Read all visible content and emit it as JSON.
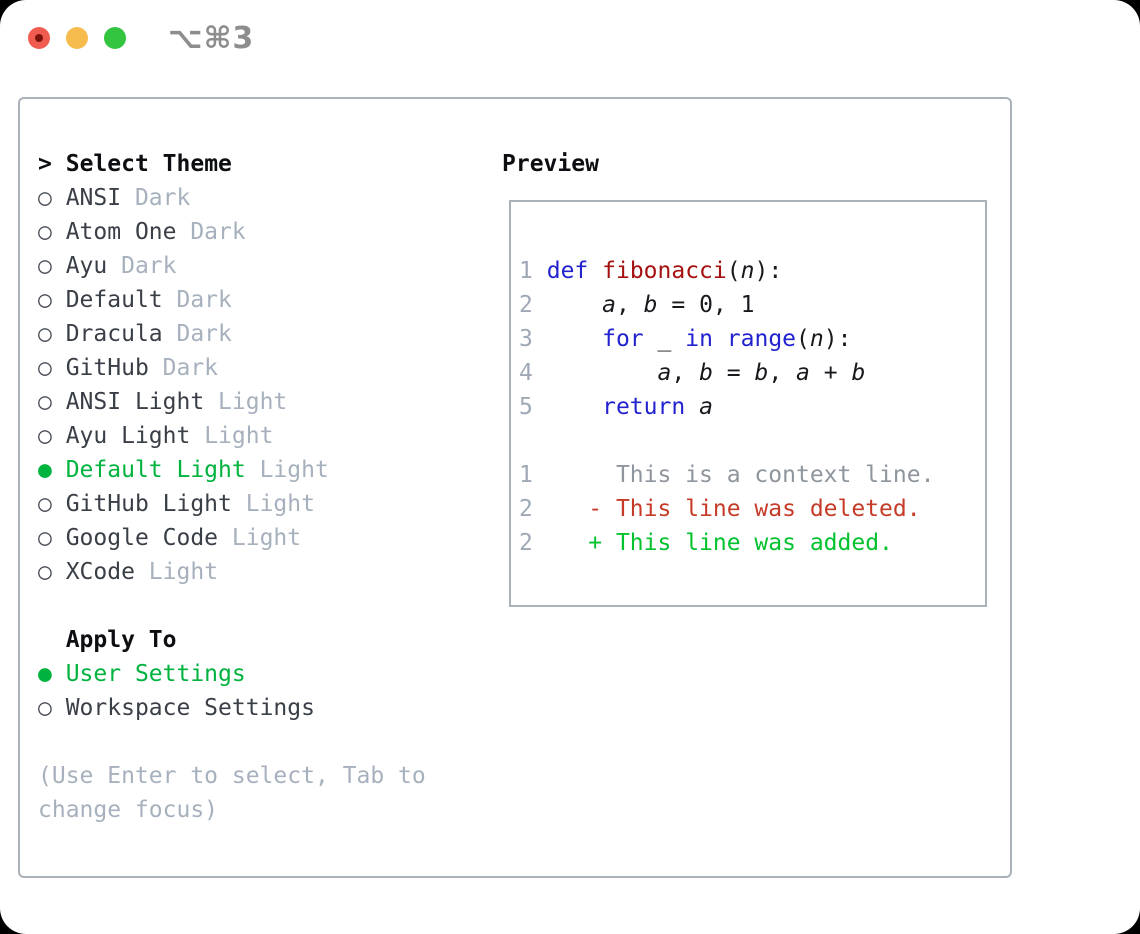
{
  "titlebar": {
    "title": "⌥⌘3"
  },
  "theme_selector": {
    "header_prefix": ">",
    "header_label": "Select Theme",
    "radio_unselected_glyph": "○",
    "radio_selected_glyph": "●",
    "items": [
      {
        "label": "ANSI",
        "variant": "Dark",
        "selected": false
      },
      {
        "label": "Atom One",
        "variant": "Dark",
        "selected": false
      },
      {
        "label": "Ayu",
        "variant": "Dark",
        "selected": false
      },
      {
        "label": "Default",
        "variant": "Dark",
        "selected": false
      },
      {
        "label": "Dracula",
        "variant": "Dark",
        "selected": false
      },
      {
        "label": "GitHub",
        "variant": "Dark",
        "selected": false
      },
      {
        "label": "ANSI Light",
        "variant": "Light",
        "selected": false
      },
      {
        "label": "Ayu Light",
        "variant": "Light",
        "selected": false
      },
      {
        "label": "Default Light",
        "variant": "Light",
        "selected": true
      },
      {
        "label": "GitHub Light",
        "variant": "Light",
        "selected": false
      },
      {
        "label": "Google Code",
        "variant": "Light",
        "selected": false
      },
      {
        "label": "XCode",
        "variant": "Light",
        "selected": false
      }
    ]
  },
  "apply_to": {
    "label": "Apply To",
    "options": [
      {
        "label": "User Settings",
        "selected": true
      },
      {
        "label": "Workspace Settings",
        "selected": false
      }
    ]
  },
  "hint": {
    "line1": "(Use Enter to select, Tab to",
    "line2": "change focus)"
  },
  "preview": {
    "label": "Preview",
    "code_lines": [
      {
        "num": "1",
        "tokens": [
          {
            "t": "def",
            "c": "kw"
          },
          {
            "t": " "
          },
          {
            "t": "fibonacci",
            "c": "fn"
          },
          {
            "t": "("
          },
          {
            "t": "n",
            "c": "var"
          },
          {
            "t": "):"
          }
        ]
      },
      {
        "num": "2",
        "tokens": [
          {
            "t": "    "
          },
          {
            "t": "a",
            "c": "var"
          },
          {
            "t": ", "
          },
          {
            "t": "b",
            "c": "var"
          },
          {
            "t": " = 0, 1"
          }
        ]
      },
      {
        "num": "3",
        "tokens": [
          {
            "t": "    "
          },
          {
            "t": "for",
            "c": "kw"
          },
          {
            "t": " "
          },
          {
            "t": "_",
            "c": "var"
          },
          {
            "t": " "
          },
          {
            "t": "in",
            "c": "kw"
          },
          {
            "t": " "
          },
          {
            "t": "range",
            "c": "kw"
          },
          {
            "t": "("
          },
          {
            "t": "n",
            "c": "var"
          },
          {
            "t": "):"
          }
        ]
      },
      {
        "num": "4",
        "tokens": [
          {
            "t": "        "
          },
          {
            "t": "a",
            "c": "var"
          },
          {
            "t": ", "
          },
          {
            "t": "b",
            "c": "var"
          },
          {
            "t": " = "
          },
          {
            "t": "b",
            "c": "var"
          },
          {
            "t": ", "
          },
          {
            "t": "a",
            "c": "var"
          },
          {
            "t": " + "
          },
          {
            "t": "b",
            "c": "var"
          }
        ]
      },
      {
        "num": "5",
        "tokens": [
          {
            "t": "    "
          },
          {
            "t": "return",
            "c": "kw"
          },
          {
            "t": " "
          },
          {
            "t": "a",
            "c": "var"
          }
        ]
      }
    ],
    "diff_lines": [
      {
        "num": "1",
        "kind": "context",
        "text": "     This is a context line."
      },
      {
        "num": "2",
        "kind": "deleted",
        "text": "   - This line was deleted."
      },
      {
        "num": "2",
        "kind": "added",
        "text": "   + This line was added."
      }
    ]
  },
  "colors": {
    "selected_green": "#00b33e",
    "added_green": "#02c22e",
    "deleted_red": "#c63b28",
    "keyword_blue": "#2222cf",
    "function_red": "#a51111",
    "line_number_gray": "#9fa9b6",
    "dim_gray": "#a7b1bd",
    "border_gray": "#a9b1bb",
    "traffic_red": "#f15c51",
    "traffic_yellow": "#f6bd4e",
    "traffic_green": "#33c440"
  }
}
